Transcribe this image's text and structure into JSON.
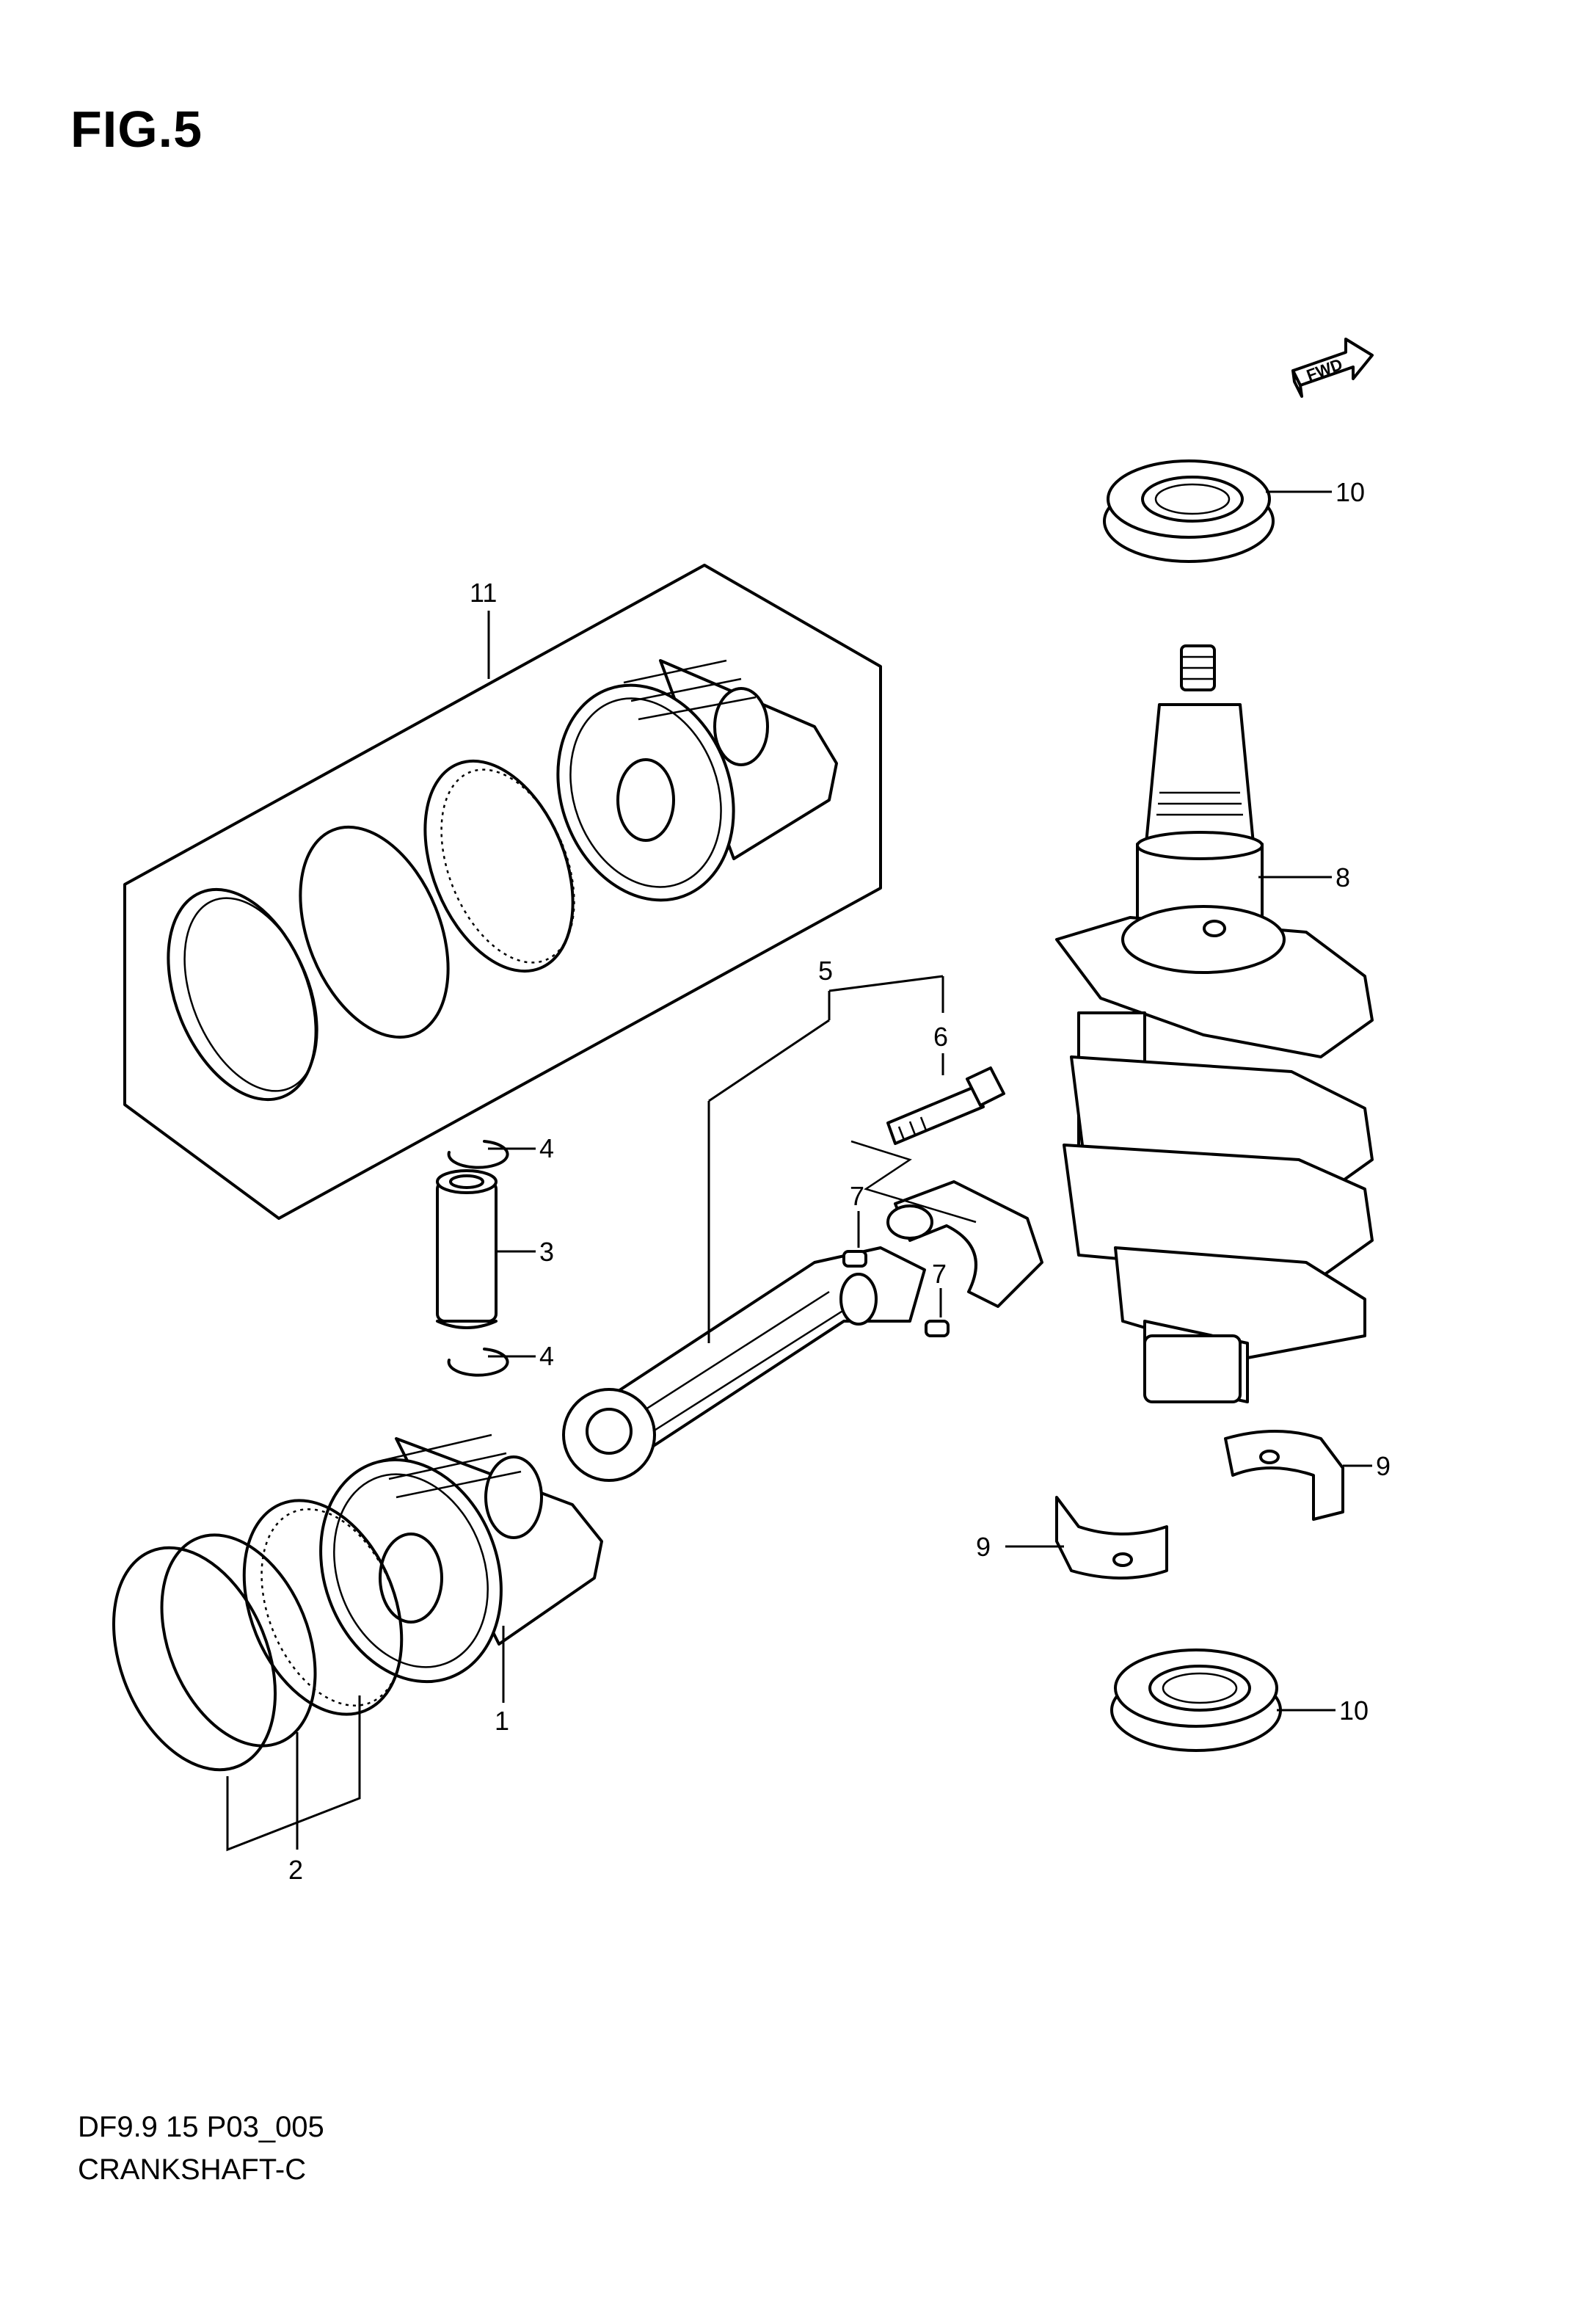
{
  "figure": {
    "title": "FIG.5",
    "model_code": "DF9.9 15 P03_005",
    "section_name": "CRANKSHAFT-C",
    "fwd_mark": "FWD"
  },
  "callouts": {
    "piston": "1",
    "piston_ring_set": "2",
    "piston_pin": "3",
    "circlip_upper": "4",
    "circlip_lower": "4",
    "connecting_rod": "5",
    "rod_bolt": "6",
    "dowel_pin_left": "7",
    "dowel_pin_right": "7",
    "crankshaft": "8",
    "bearing_right": "9",
    "bearing_left": "9",
    "oil_seal_upper": "10",
    "oil_seal_lower": "10",
    "piston_kit": "11"
  }
}
